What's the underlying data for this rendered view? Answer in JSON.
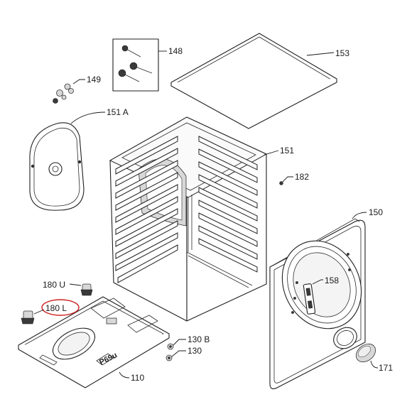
{
  "diagram": {
    "labels": {
      "l148": "148",
      "l149": "149",
      "l153": "153",
      "l151a": "151 A",
      "l151": "151",
      "l182": "182",
      "l150": "150",
      "l158": "158",
      "l180u": "180 U",
      "l180l": "180 L",
      "l130b": "130 B",
      "l130": "130",
      "l110": "110",
      "l171": "171"
    },
    "highlight_color": "#cc2222",
    "highlighted_part": "180 L"
  }
}
